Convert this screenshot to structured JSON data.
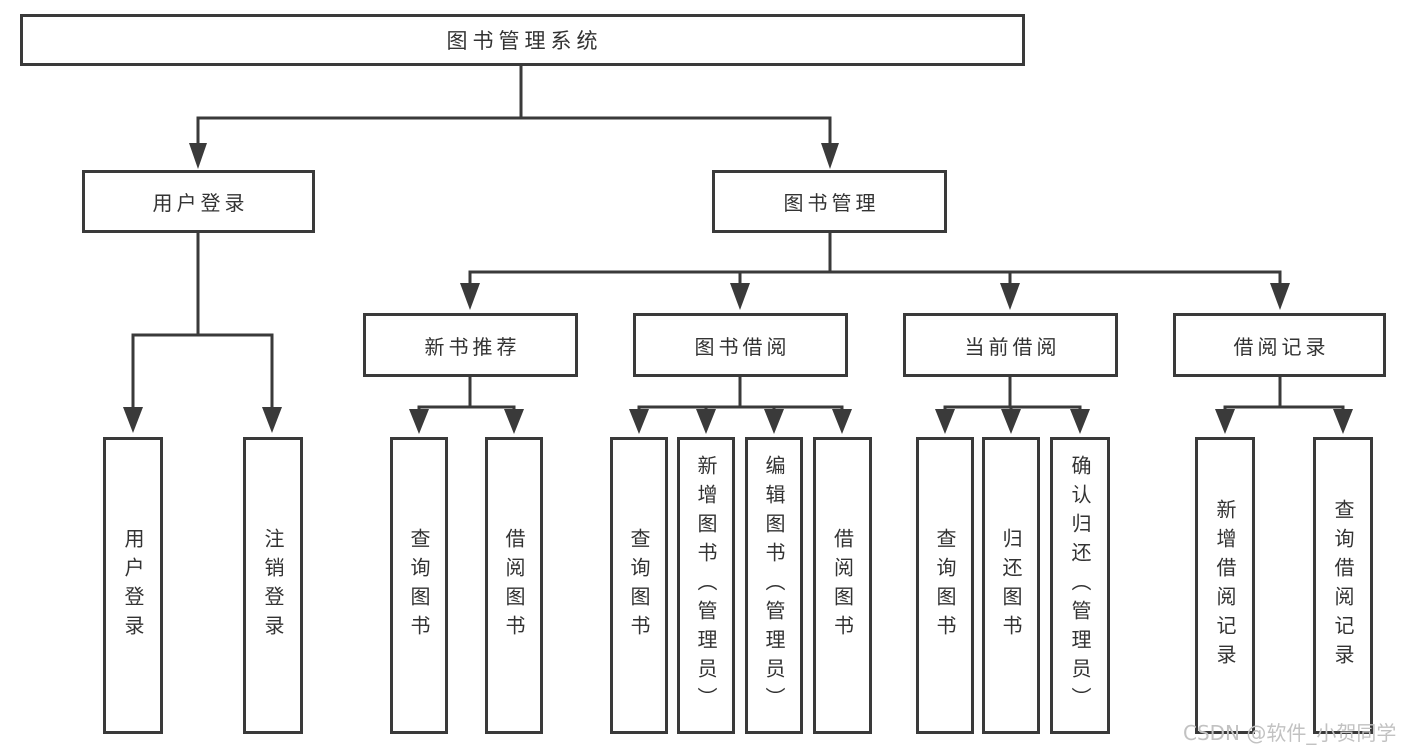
{
  "tree": {
    "root": "图书管理系统",
    "branches": [
      {
        "label": "用户登录",
        "children": [
          "用户登录",
          "注销登录"
        ]
      },
      {
        "label": "图书管理",
        "groups": [
          {
            "label": "新书推荐",
            "children": [
              "查询图书",
              "借阅图书"
            ]
          },
          {
            "label": "图书借阅",
            "children": [
              "查询图书",
              "新增图书（管理员）",
              "编辑图书（管理员）",
              "借阅图书"
            ]
          },
          {
            "label": "当前借阅",
            "children": [
              "查询图书",
              "归还图书",
              "确认归还（管理员）"
            ]
          },
          {
            "label": "借阅记录",
            "children": [
              "新增借阅记录",
              "查询借阅记录"
            ]
          }
        ]
      }
    ]
  },
  "watermark": "CSDN @软件_小贺同学",
  "colors": {
    "line": "#3a3a3a",
    "text": "#333333",
    "watermark": "#c2c2c2",
    "background": "#ffffff"
  }
}
